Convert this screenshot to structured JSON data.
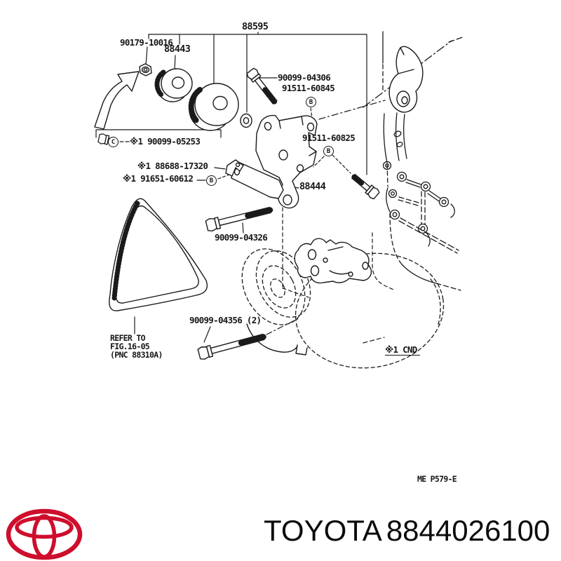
{
  "diagram": {
    "labels": {
      "assy": "88595",
      "nut": "90179-10016",
      "idler_pulley": "88443",
      "bolt_top": "90099-04306",
      "bolt_b_upper": "91511-60845",
      "bolt_b_lower": "91511-60825",
      "bolt_c_row": "※1 90099-05253",
      "clamp_row": "※1 88688-17320",
      "stud_row": "※1 91651-60612",
      "bracket": "88444",
      "bolt_mid": "90099-04326",
      "bolt_bottom": "90099-04356 (2)",
      "belt_note_line1": "REFER TO",
      "belt_note_line2": "FIG.16-05",
      "belt_note_line3": "(PNC 88310A)",
      "condenser_note": "※1 CND",
      "sheet_code": "ME P579-E"
    },
    "markers": {
      "b": "B",
      "c": "C"
    }
  },
  "footer": {
    "brand": "TOYOTA",
    "part_number": "8844026100",
    "logo_color": "#ce0e2c"
  }
}
